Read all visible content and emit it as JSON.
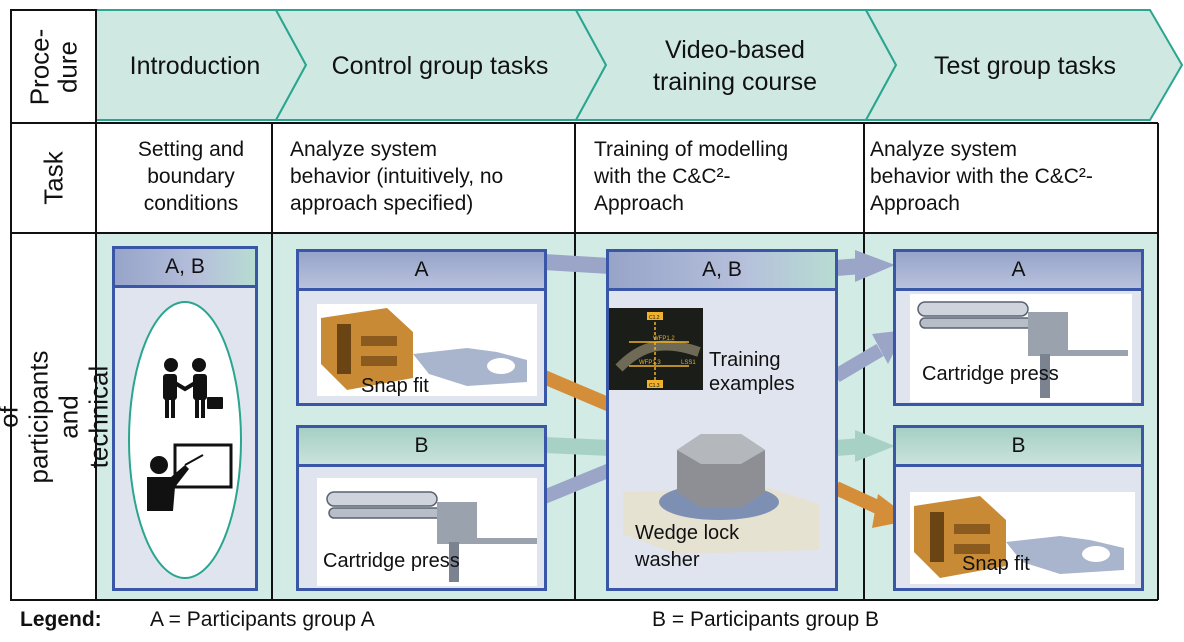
{
  "row_labels": {
    "procedure": "Proce-\ndure",
    "task": "Task",
    "grouping": "Grouping of participants\nand technical systems"
  },
  "phases": [
    {
      "label": "Introduction",
      "task": "Setting and\nboundary\nconditions"
    },
    {
      "label": "Control group tasks",
      "task": "Analyze system\nbehavior (intuitively, no\napproach specified)"
    },
    {
      "label": "Video-based\ntraining course",
      "task": "Training of modelling\nwith the C&C²-\nApproach"
    },
    {
      "label": "Test group tasks",
      "task": "Analyze system\nbehavior with the C&C²-\nApproach"
    }
  ],
  "boxes": {
    "intro": {
      "header": "A, B"
    },
    "control_a": {
      "header": "A",
      "caption": "Snap fit"
    },
    "control_b": {
      "header": "B",
      "caption": "Cartridge press"
    },
    "training": {
      "header": "A, B",
      "caption1": "Training\nexamples",
      "caption2": "Wedge lock\nwasher",
      "mini_labels": [
        "C1.2",
        "WFP1.2",
        "WFP1.3",
        "LSS1",
        "C1.3"
      ]
    },
    "test_a": {
      "header": "A",
      "caption": "Cartridge press"
    },
    "test_b": {
      "header": "B",
      "caption": "Snap fit"
    }
  },
  "legend": {
    "title": "Legend:",
    "a": "A = Participants group A",
    "b": "B = Participants group B"
  },
  "colors": {
    "teal": "#cfe8e2",
    "chevron_border": "#2aa58f",
    "box_border": "#3a57a7",
    "arrow_blue": "#9aa5c7",
    "arrow_green": "#a8d1c6",
    "arrow_orange": "#d48e3a"
  }
}
